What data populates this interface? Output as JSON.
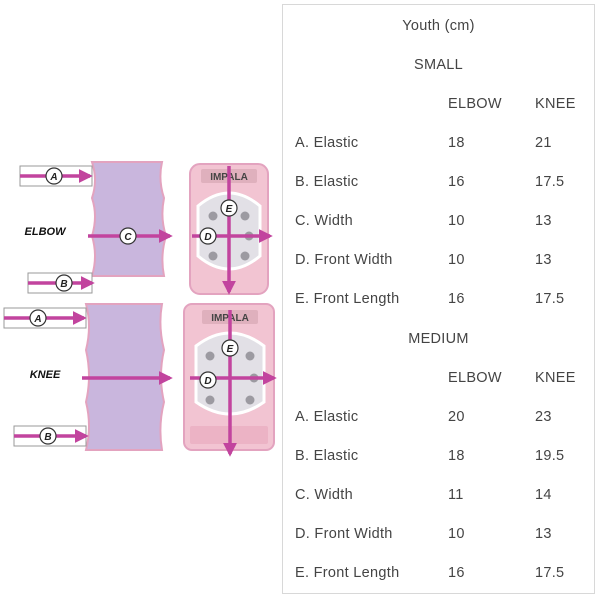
{
  "diagram": {
    "elbow_label": "ELBOW",
    "knee_label": "KNEE",
    "brand": "IMPALA",
    "markers": {
      "a": "A",
      "b": "B",
      "c": "C",
      "d": "D",
      "e": "E"
    },
    "colors": {
      "arrow": "#c2449e",
      "lavender": "#c9b6dd",
      "pink": "#f2c4d2",
      "pad": "#e2e0e6"
    }
  },
  "table": {
    "title": "Youth (cm)",
    "col_elbow": "ELBOW",
    "col_knee": "KNEE",
    "small": {
      "heading": "SMALL",
      "rows": [
        {
          "label": "A. Elastic",
          "elbow": "18",
          "knee": "21"
        },
        {
          "label": "B. Elastic",
          "elbow": "16",
          "knee": "17.5"
        },
        {
          "label": "C. Width",
          "elbow": "10",
          "knee": "13"
        },
        {
          "label": "D. Front Width",
          "elbow": "10",
          "knee": "13"
        },
        {
          "label": "E. Front Length",
          "elbow": "16",
          "knee": "17.5"
        }
      ]
    },
    "medium": {
      "heading": "MEDIUM",
      "rows": [
        {
          "label": "A. Elastic",
          "elbow": "20",
          "knee": "23"
        },
        {
          "label": "B. Elastic",
          "elbow": "18",
          "knee": "19.5"
        },
        {
          "label": "C. Width",
          "elbow": "11",
          "knee": "14"
        },
        {
          "label": "D. Front Width",
          "elbow": "10",
          "knee": "13"
        },
        {
          "label": "E. Front Length",
          "elbow": "16",
          "knee": "17.5"
        }
      ]
    }
  }
}
